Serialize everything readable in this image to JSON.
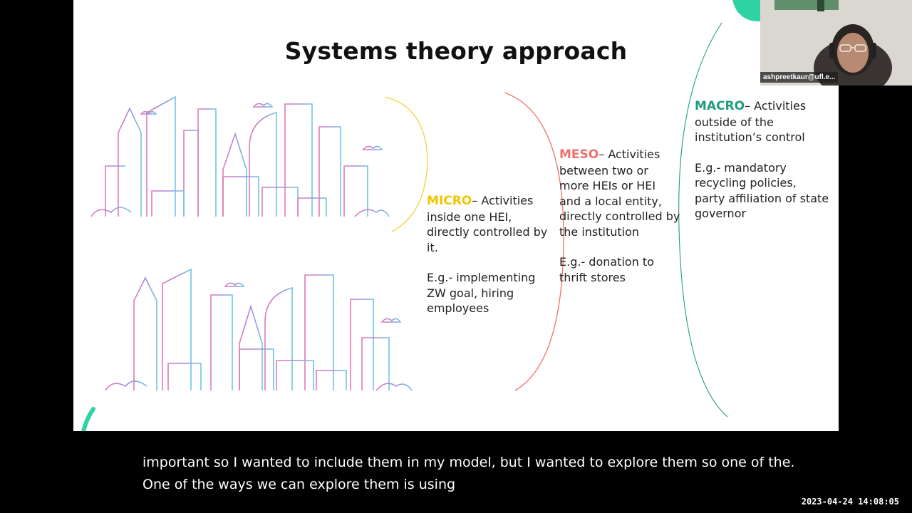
{
  "slide": {
    "title": "Systems theory approach",
    "micro": {
      "level": "MICRO",
      "desc": "– Activities inside one HEI, directly controlled by it.",
      "example": "E.g.- implementing ZW goal, hiring employees",
      "color": "#f2c500"
    },
    "meso": {
      "level": "MESO",
      "desc": "– Activities between two or more HEIs or HEI and a local entity, directly controlled by the institution",
      "example": "E.g.- donation to thrift stores",
      "color": "#ef6f6c"
    },
    "macro": {
      "level": "MACRO",
      "desc": "– Activities outside of the institution’s control",
      "example": "E.g.- mandatory recycling policies, party affiliation of state governor",
      "color": "#1e9c7e"
    }
  },
  "webcam": {
    "participant_name": "ashpreetkaur@ufl.e..."
  },
  "captions": {
    "line1": "important so I wanted to include them in my model, but I wanted to explore them so one of the.",
    "line2": "One of the ways we can explore them is using"
  },
  "timestamp": "2023-04-24 14:08:05"
}
